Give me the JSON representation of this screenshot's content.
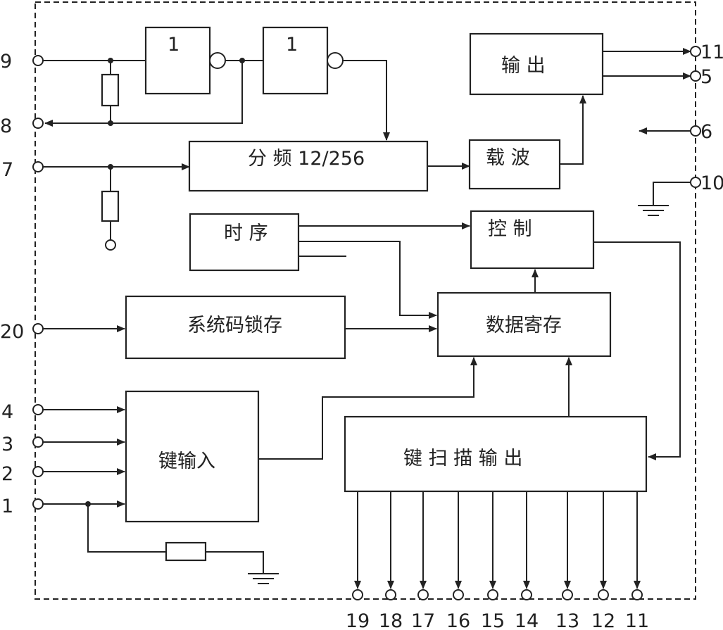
{
  "blocks": {
    "inverter1": "1",
    "inverter2": "1",
    "output": "输 出",
    "divider": "分 频 12/256",
    "carrier": "载 波",
    "timing": "时 序",
    "control": "控 制",
    "syscode_latch": "系统码锁存",
    "data_register": "数据寄存",
    "key_input": "键输入",
    "key_scan_output": "键 扫 描 输 出"
  },
  "pins": {
    "p9": "9",
    "p8": "8",
    "p7": "7",
    "p20": "20",
    "p4": "4",
    "p3": "3",
    "p2": "2",
    "p1": "1",
    "p11_out": "11",
    "p5": "5",
    "p6": "6",
    "p10": "10",
    "bottom": [
      "19",
      "18",
      "17",
      "16",
      "15",
      "14",
      "13",
      "12",
      "11"
    ]
  }
}
